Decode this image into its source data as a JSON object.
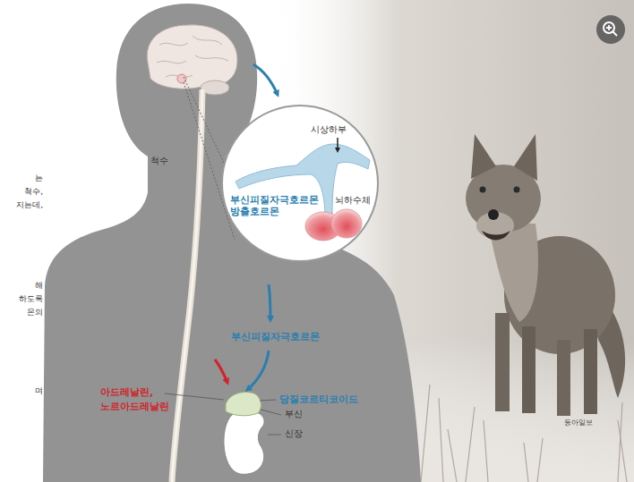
{
  "diagram": {
    "nodes": [
      {
        "text": [
          "시상하부",
          "부신피질자극호르몬 방출호르몬",
          "뇌하수체"
        ]
      }
    ],
    "labels": [
      "척수",
      "부신피질자극호르몬",
      "아드레날린,",
      "노르아드레날린",
      "당질코르티코이드",
      "부신",
      "신장",
      "동아일보",
      "는",
      "척수,",
      "지는데,",
      "해",
      "하도록",
      "몬의",
      "며"
    ]
  }
}
